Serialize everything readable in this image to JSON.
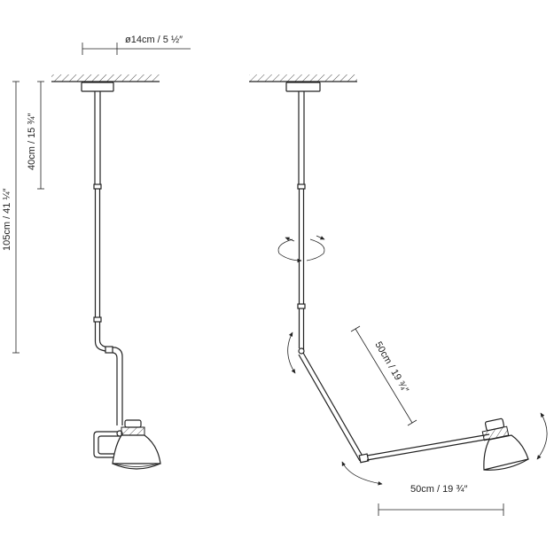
{
  "dimensions": {
    "diameter": "ø14cm / 5 ½″",
    "drop_upper": "40cm / 15 ¾″",
    "total_height": "105cm / 41 ¼″",
    "arm_upper": "50cm / 19 ¾″",
    "arm_lower": "50cm / 19 ¾″"
  },
  "colors": {
    "line": "#222222",
    "background": "#ffffff"
  },
  "icons": [
    "rotate-around-axis-icon",
    "tilt-arrow-icon"
  ]
}
